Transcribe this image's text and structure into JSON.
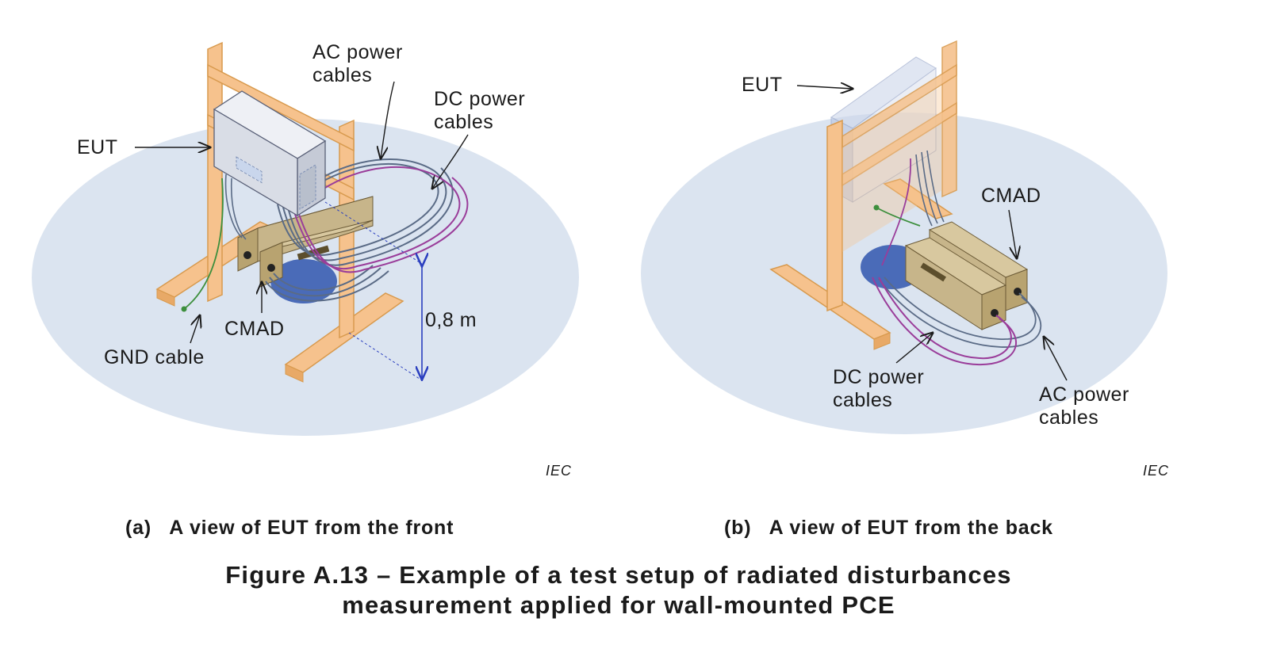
{
  "panel_a": {
    "labels": {
      "eut": "EUT",
      "ac_power_cables": "AC power\ncables",
      "dc_power_cables": "DC power\ncables",
      "cmad": "CMAD",
      "gnd_cable": "GND cable",
      "height": "0,8 m"
    },
    "watermark": "IEC",
    "caption_letter": "(a)",
    "caption_text": "A view of EUT from the front"
  },
  "panel_b": {
    "labels": {
      "eut": "EUT",
      "cmad": "CMAD",
      "dc_power_cables": "DC power\ncables",
      "ac_power_cables": "AC power\ncables"
    },
    "watermark": "IEC",
    "caption_letter": "(b)",
    "caption_text": "A view of EUT from the back"
  },
  "figure_title": {
    "line1": "Figure A.13 – Example of a test setup of radiated disturbances",
    "line2": "measurement applied for wall-mounted PCE"
  },
  "colors": {
    "ground": "#dbe4f0",
    "wood": "#f6c28d",
    "wood_edge": "#d89a4e",
    "cmad": "#c7b58a",
    "eut": "#d9dde6",
    "ac_cable": "#5a6b86",
    "dc_cable": "#9a3d9a",
    "gnd_cable": "#3d8f3d",
    "dimension": "#2b3fbf",
    "turntable": "#4a6bb8"
  }
}
